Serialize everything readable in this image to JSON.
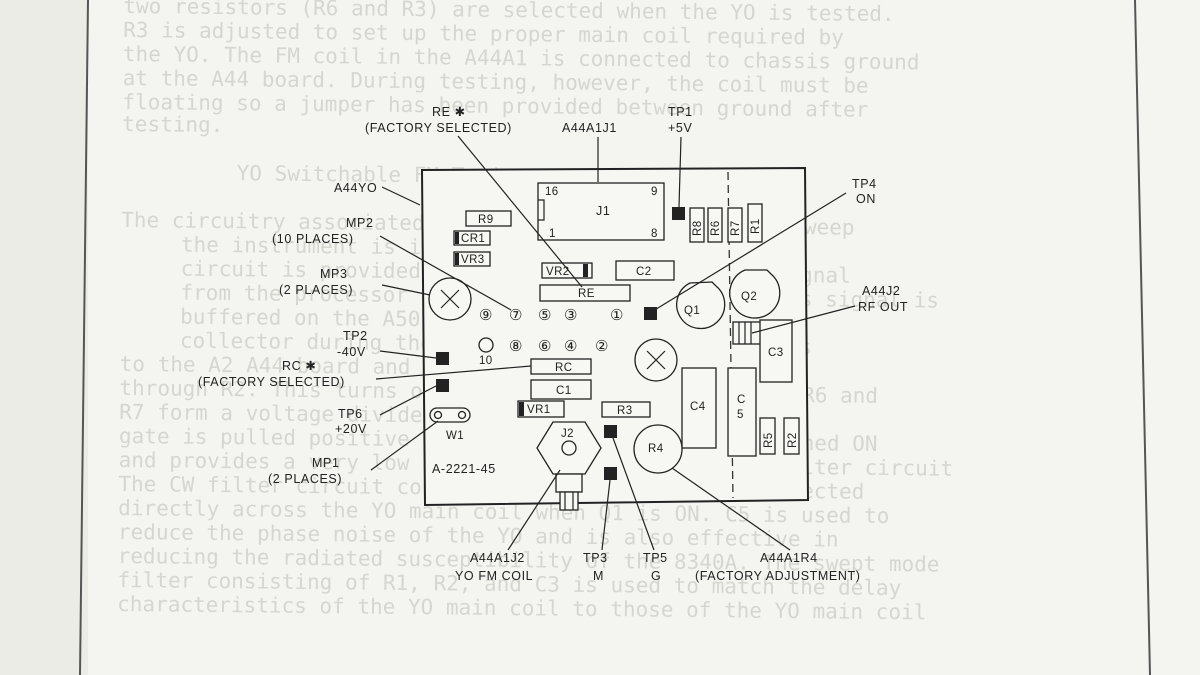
{
  "background_text": [
    "two resistors (R6 and R3) are selected when the YO is tested.",
    "R3 is adjusted to set up the proper main coil required by",
    "the YO. The FM coil in the A44A1 is connected to chassis ground",
    "at the A44 board. During testing, however, the coil must be",
    "floating so a jumper has been provided between ground after",
    "testing.",
    "YO Switchable FM Tuning",
    "The circuitry associated with the FM coil is used to sweep",
    "the instrument is in the CW tuning mode. A switch",
    "circuit is provided to turn the FM coil off. A signal",
    "from the processor is applied to the circuit. This signal is",
    "buffered on the A50 and is an open",
    "collector during the CW mode. The signal will pass",
    "to the A2 A44 board and turns on the FET. The voltage",
    "through R2. This turns on the FET at about -11 volts. R6 and",
    "R7 form a voltage divider at the gate of Q2. When its",
    "gate is pulled positive the FET turns on and Q1 is turned ON",
    "and provides a very low impedance to ground. The CW filter circuit",
    "The CW filter circuit consisting of C5, and R5 is connected",
    "directly across the YO main coil when Q1 is ON. C5 is used to",
    "reduce the phase noise of the YO and is also effective in",
    "reducing the radiated susceptibility of the 8340A. The swept mode",
    "filter consisting of R1, R2, and C3 is used to match the delay",
    "characteristics of the YO main coil to those of the YO main coil"
  ],
  "diagram": {
    "title_code": "A-2221-45",
    "assembly_label": "A44YO",
    "callouts": {
      "re_factory": {
        "line1": "RE ✱",
        "line2": "(FACTORY SELECTED)"
      },
      "j1_conn": "A44A1J1",
      "tp1": {
        "line1": "TP1",
        "line2": "+5V"
      },
      "tp4": {
        "line1": "TP4",
        "line2": "ON"
      },
      "mp2": {
        "line1": "MP2",
        "line2": "(10 PLACES)"
      },
      "mp3": {
        "line1": "MP3",
        "line2": "(2 PLACES)"
      },
      "tp2": {
        "line1": "TP2",
        "line2": "-40V"
      },
      "rc_factory": {
        "line1": "RC ✱",
        "line2": "(FACTORY SELECTED)"
      },
      "tp6": {
        "line1": "TP6",
        "line2": "+20V"
      },
      "mp1": {
        "line1": "MP1",
        "line2": "(2 PLACES)"
      },
      "j2": {
        "line1": "A44A1J2",
        "line2": "YO FM COIL"
      },
      "tp3": {
        "line1": "TP3",
        "line2": "M"
      },
      "tp5": {
        "line1": "TP5",
        "line2": "G"
      },
      "r4": {
        "line1": "A44A1R4",
        "line2": "(FACTORY ADJUSTMENT)"
      },
      "j2_rf": {
        "line1": "A44J2",
        "line2": "RF OUT"
      }
    },
    "parts": {
      "r9": "R9",
      "cr1": "CR1",
      "vr3": "VR3",
      "j1": "J1",
      "j1_pin16": "16",
      "j1_pin9": "9",
      "j1_pin1": "1",
      "j1_pin8": "8",
      "r8": "R8",
      "r6": "R6",
      "r7": "R7",
      "r1": "R1",
      "vr2": "VR2",
      "c2": "C2",
      "re": "RE",
      "q1": "Q1",
      "q2": "Q2",
      "c3": "C3",
      "rc": "RC",
      "c1": "C1",
      "vr1": "VR1",
      "r3": "R3",
      "c4": "C4",
      "c5_c": "C",
      "c5_5": "5",
      "r5": "R5",
      "r2": "R2",
      "r4": "R4",
      "j2": "J2",
      "w1": "W1"
    },
    "mounting_points": {
      "row1": [
        "⑨",
        "⑦",
        "⑤",
        "③",
        "①"
      ],
      "row2": [
        "10",
        "⑧",
        "⑥",
        "④",
        "②"
      ]
    }
  }
}
